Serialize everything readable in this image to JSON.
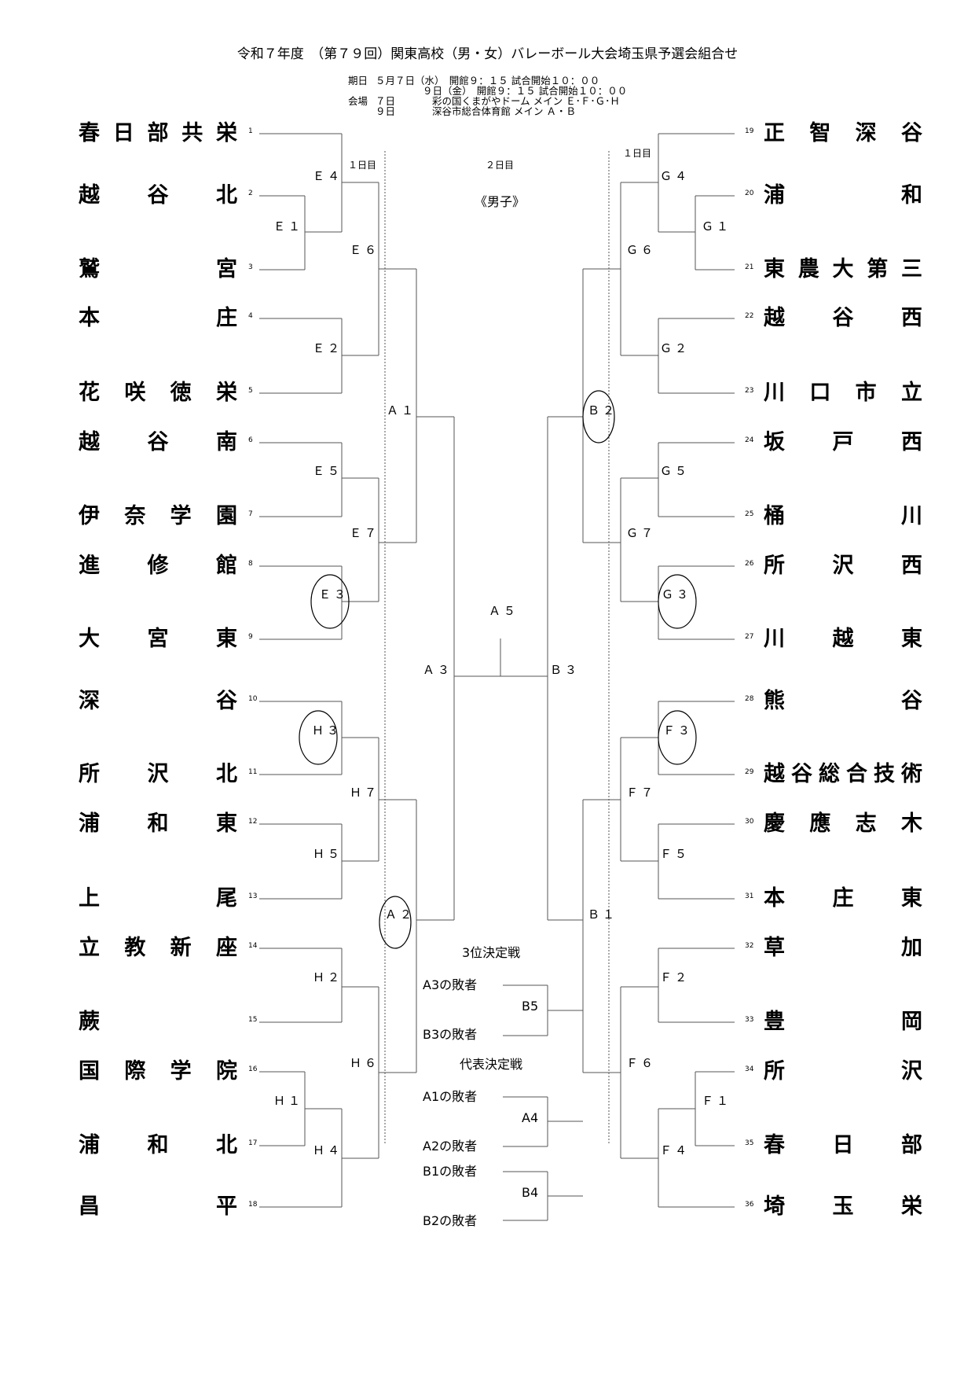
{
  "header": {
    "title": "令和７年度　（第７９回）関東高校（男・女）バレーボール大会埼玉県予選会組合せ",
    "date_label": "期日",
    "date_line1": "５月７日（水）　開館９：１５ 試合開始１０：００",
    "date_line2": "９日（金）　開館９：１５ 試合開始１０：００",
    "venue_label": "会場",
    "venue_day1": "７日",
    "venue_line1": "彩の国くまがやドーム メイン Ｅ･Ｆ･Ｇ･Ｈ",
    "venue_day2": "９日",
    "venue_line2": "深谷市総合体育館 メイン Ａ・Ｂ"
  },
  "day1_left": "１日目",
  "day1_right": "１日目",
  "day2": "２日目",
  "division": "《男子》",
  "left_teams": [
    {
      "name": "春日部共栄",
      "seed": "1"
    },
    {
      "name": "越谷北",
      "seed": "2"
    },
    {
      "name": "鷲宮",
      "seed": "3"
    },
    {
      "name": "本庄",
      "seed": "4"
    },
    {
      "name": "花咲徳栄",
      "seed": "5"
    },
    {
      "name": "越谷南",
      "seed": "6"
    },
    {
      "name": "伊奈学園",
      "seed": "7"
    },
    {
      "name": "進修館",
      "seed": "8"
    },
    {
      "name": "大宮東",
      "seed": "9"
    },
    {
      "name": "深谷",
      "seed": "10"
    },
    {
      "name": "所沢北",
      "seed": "11"
    },
    {
      "name": "浦和東",
      "seed": "12"
    },
    {
      "name": "上尾",
      "seed": "13"
    },
    {
      "name": "立教新座",
      "seed": "14"
    },
    {
      "name": "蕨",
      "seed": "15"
    },
    {
      "name": "国際学院",
      "seed": "16"
    },
    {
      "name": "浦和北",
      "seed": "17"
    },
    {
      "name": "昌平",
      "seed": "18"
    }
  ],
  "right_teams": [
    {
      "name": "正智深谷",
      "seed": "19"
    },
    {
      "name": "浦和",
      "seed": "20"
    },
    {
      "name": "東農大第三",
      "seed": "21"
    },
    {
      "name": "越谷西",
      "seed": "22"
    },
    {
      "name": "川口市立",
      "seed": "23"
    },
    {
      "name": "坂戸西",
      "seed": "24"
    },
    {
      "name": "桶川",
      "seed": "25"
    },
    {
      "name": "所沢西",
      "seed": "26"
    },
    {
      "name": "川越東",
      "seed": "27"
    },
    {
      "name": "熊谷",
      "seed": "28"
    },
    {
      "name": "越谷総合技術",
      "seed": "29"
    },
    {
      "name": "慶應志木",
      "seed": "30"
    },
    {
      "name": "本庄東",
      "seed": "31"
    },
    {
      "name": "草加",
      "seed": "32"
    },
    {
      "name": "豊岡",
      "seed": "33"
    },
    {
      "name": "所沢",
      "seed": "34"
    },
    {
      "name": "春日部",
      "seed": "35"
    },
    {
      "name": "埼玉栄",
      "seed": "36"
    }
  ],
  "matches": {
    "E1": "Ｅ１",
    "E2": "Ｅ２",
    "E3": "Ｅ３",
    "E4": "Ｅ４",
    "E5": "Ｅ５",
    "E6": "Ｅ６",
    "E7": "Ｅ７",
    "H1": "Ｈ１",
    "H2": "Ｈ２",
    "H3": "Ｈ３",
    "H4": "Ｈ４",
    "H5": "Ｈ５",
    "H6": "Ｈ６",
    "H7": "Ｈ７",
    "G1": "Ｇ１",
    "G2": "Ｇ２",
    "G3": "Ｇ３",
    "G4": "Ｇ４",
    "G5": "Ｇ５",
    "G6": "Ｇ６",
    "G7": "Ｇ７",
    "F1": "Ｆ１",
    "F2": "Ｆ２",
    "F3": "Ｆ３",
    "F4": "Ｆ４",
    "F5": "Ｆ５",
    "F6": "Ｆ６",
    "F7": "Ｆ７",
    "A1": "Ａ１",
    "A2": "Ａ２",
    "A3": "Ａ３",
    "A5": "Ａ５",
    "B1": "Ｂ１",
    "B2": "Ｂ２",
    "B3": "Ｂ３"
  },
  "playoffs": {
    "third_title": "3位決定戦",
    "a3_loser": "A3の敗者",
    "b3_loser": "B3の敗者",
    "b5": "B5",
    "rep_title": "代表決定戦",
    "a1_loser": "A1の敗者",
    "a2_loser": "A2の敗者",
    "a4": "A4",
    "b1_loser": "B1の敗者",
    "b2_loser": "B2の敗者",
    "b4": "B4"
  }
}
